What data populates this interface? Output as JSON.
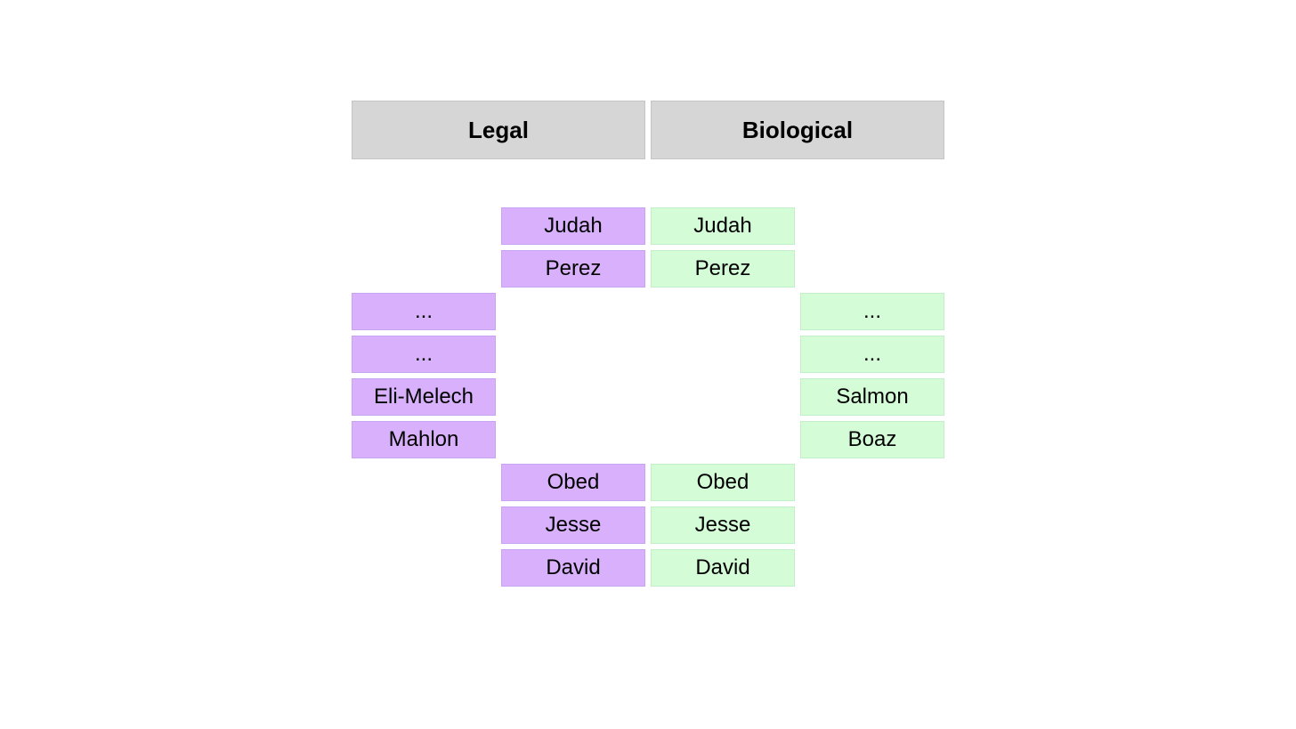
{
  "colors": {
    "header_bg": "#d6d6d6",
    "legal_bg": "#d8b0fb",
    "biological_bg": "#d4fcd7"
  },
  "headers": {
    "legal": "Legal",
    "biological": "Biological"
  },
  "legal": {
    "top": [
      "Judah",
      "Perez"
    ],
    "branch": [
      "...",
      "...",
      "Eli-Melech",
      "Mahlon"
    ],
    "bottom": [
      "Obed",
      "Jesse",
      "David"
    ]
  },
  "biological": {
    "top": [
      "Judah",
      "Perez"
    ],
    "branch": [
      "...",
      "...",
      "Salmon",
      "Boaz"
    ],
    "bottom": [
      "Obed",
      "Jesse",
      "David"
    ]
  }
}
